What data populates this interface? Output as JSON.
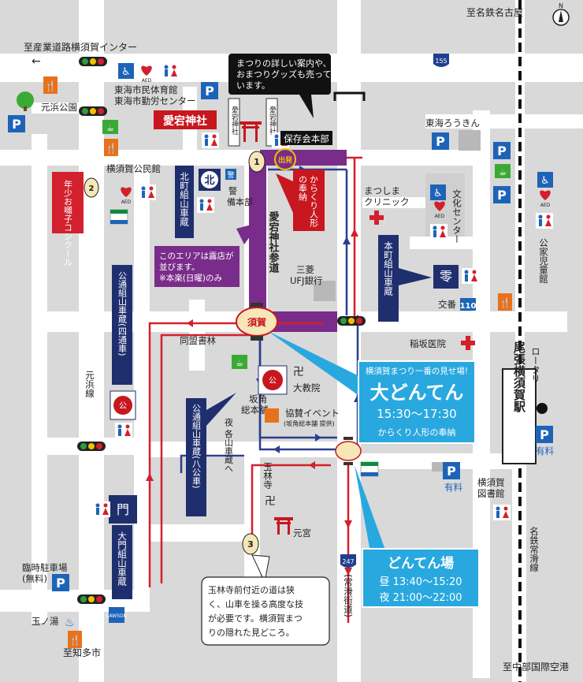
{
  "compass": {
    "north": "N"
  },
  "directions": {
    "nagoya": "至名鉄名古屋",
    "interchange": "至産業道路横須賀インター",
    "chita": "至知多市",
    "airport": "至中部国際空港"
  },
  "route_numbers": {
    "r155": "155",
    "r247": "247"
  },
  "places": {
    "gym": "東海市民体育館",
    "labor_center": "東海市勤労センター",
    "motohama_park": "元浜公園",
    "tokai_rokin": "東海ろうきん",
    "yokosuka_hall": "横須賀公民館",
    "matsushima_clinic": "まつしまクリニック",
    "bunka_center": "文化センター",
    "mufg": "三菱\nUFJ銀行",
    "koban": "交番",
    "inazaka_hospital": "稲坂医院",
    "domei_shorin": "同盟書林",
    "daikyoin": "大教院",
    "sakakaku": "坂角\n総本舗",
    "kyosan_event": "協賛イベント",
    "kyosan_event_sub": "(坂角総本舗 提供)",
    "gyokurinji": "玉林寺",
    "motomiya": "元宮",
    "yokosuka_library": "横須賀\n図書館",
    "rotary": "ロータリー",
    "koen_jidokan": "公家児童館",
    "tamanoyu": "玉ノ湯",
    "temp_parking": "臨時駐車場\n(無料)",
    "yuryo1": "有料",
    "yuryo2": "有料",
    "keibi": "警\n備本部",
    "police_num": "110",
    "station": "尾張横須賀駅"
  },
  "streets": {
    "atago_sando": "愛宕神社参道",
    "motohama_line": "元浜線",
    "tokoname_kaido": "(常滑街道)",
    "meitetsu_line": "名鉄常滑線",
    "yoru_kakusanguraheno": "夜 各山車蔵へ"
  },
  "labels": {
    "atago_jinja": "愛宕神社",
    "hozonkai": "保存会本部",
    "start": "出発",
    "karakuri_hono": "からくり人形\nの奉納",
    "kita_machi": "北町組山車蔵",
    "honmachi": "本町組山車蔵",
    "kodori_marudori": "公通組山車蔵(四通車)",
    "kodori_hakkosha": "公通組山車蔵(八公車)",
    "daimon": "大門組山車蔵",
    "shonen_taiko": "年少お囃子\nコンクール",
    "num1": "1",
    "num2": "2",
    "num3": "3"
  },
  "callouts": {
    "info": "まつりの詳しい案内や、\nおまつりグッズも売って\nいます。",
    "stalls": "このエリアは露店が\n並びます。\n※本楽(日曜)のみ",
    "gyokurinji_note": "玉林寺前付近の道は狭\nく、山車を操る高度な技\nが必要です。横須賀まつ\nりの隠れた見どころ。"
  },
  "events": {
    "dai_donten": {
      "headline": "横須賀まつり一番の見せ場!",
      "title": "大どんてん",
      "time": "15:30～17:30",
      "sub": "からくり人形の奉納"
    },
    "donten_ba": {
      "title": "どんてん場",
      "day": "昼 13:40～15:20",
      "night": "夜 21:00～22:00"
    }
  },
  "colors": {
    "road": "#ffffff",
    "block": "#d9d9d9",
    "route_red": "#d3202d",
    "route_blue": "#2b3f8e",
    "sando_purple": "#7a2c8a",
    "event_blue": "#29a8df",
    "parking": "#1d64b8",
    "shrine_red": "#c8171e",
    "green_park": "#3aaa35",
    "dark_navy": "#1f2f6e"
  },
  "icons": [
    "parking-icon",
    "toilet-icon",
    "restaurant-icon",
    "cafe-icon",
    "wheelchair-icon",
    "aed-icon",
    "park-tree-icon",
    "hospital-cross-icon",
    "torii-icon",
    "temple-icon",
    "familymart-icon",
    "lawson-icon",
    "onsen-icon",
    "lantern-icon",
    "traffic-light-icon",
    "compass-icon",
    "police-icon",
    "station-icon"
  ]
}
